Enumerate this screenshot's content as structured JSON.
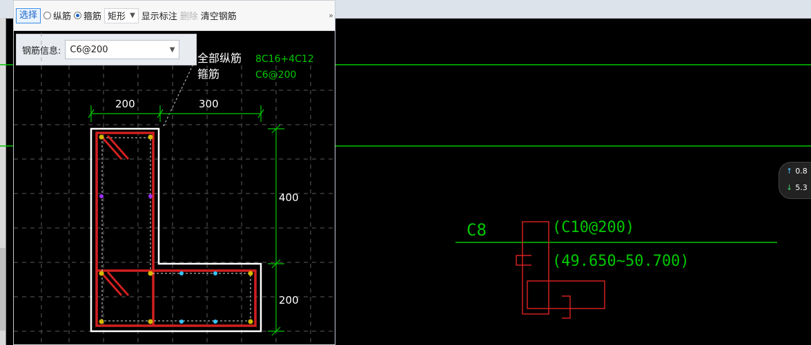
{
  "toolbar": {
    "select_label": "选择",
    "longitudinal_label": "纵筋",
    "stirrup_label": "箍筋",
    "shape_value": "矩形",
    "show_annotation_label": "显示标注",
    "delete_label": "删除",
    "clear_rebar_label": "清空钢筋",
    "more_label": "»"
  },
  "info": {
    "label": "钢筋信息:",
    "value": "C6@200"
  },
  "drawing": {
    "all_longitudinal_label": "全部纵筋",
    "all_longitudinal_value": "8C16+4C12",
    "stirrup_label": "箍筋",
    "stirrup_value": "C6@200",
    "dim_200_top": "200",
    "dim_300_top": "300",
    "dim_400_side": "400",
    "dim_200_side": "200"
  },
  "canvas": {
    "beam_name": "C8",
    "stirrup_spec": "(C10@200)",
    "elevation_range": "(49.650~50.700)"
  },
  "badge": {
    "up_value": "0.8",
    "down_value": "5.3"
  },
  "colors": {
    "background": "#000000",
    "grid_line": "#00c800",
    "rebar_red": "#d22020",
    "outline_white": "#ffffff",
    "accent_blue": "#1b63c7"
  }
}
